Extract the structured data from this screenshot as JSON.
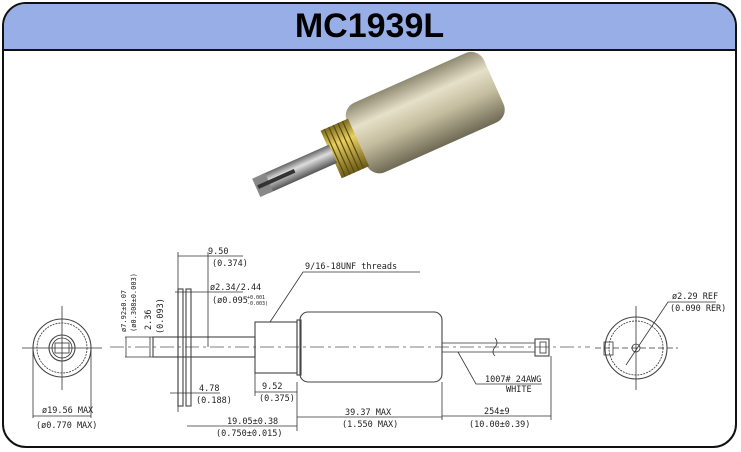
{
  "header": {
    "title": "MC1939L"
  },
  "drawing": {
    "dim_9_50": "9.50",
    "dim_9_50_in": "(0.374)",
    "thread_label": "9/16-18UNF threads",
    "dim_pin_dia": "ø2.34/2.44",
    "dim_pin_dia_in": "(ø0.095",
    "dim_pin_tol_plus": "+0.001",
    "dim_pin_tol_minus": "-0.003)",
    "dim_shaft_dia": "ø7.92±0.07",
    "dim_shaft_dia_in": "(ø0.308±0.003)",
    "dim_2_36": "2.36",
    "dim_2_36_in": "(0.093)",
    "dim_4_78": "4.78",
    "dim_4_78_in": "(0.188)",
    "dim_9_52": "9.52",
    "dim_9_52_in": "(0.375)",
    "dim_19_05": "19.05±0.38",
    "dim_19_05_in": "(0.750±0.015)",
    "dim_39_37": "39.37 MAX",
    "dim_39_37_in": "(1.550 MAX)",
    "dim_254": "254±9",
    "dim_254_in": "(10.00±0.39)",
    "wire_label": "1007# 24AWG",
    "wire_color": "WHITE",
    "dim_ref": "ø2.29 REF",
    "dim_ref_in": "(0.090 RER)",
    "dim_od": "ø19.56 MAX",
    "dim_od_in": "(ø0.770 MAX)"
  },
  "colors": {
    "header_bg": "#97aee6"
  }
}
